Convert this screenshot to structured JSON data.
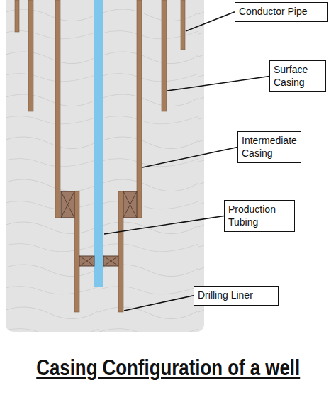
{
  "diagram": {
    "title": "Casing Configuration of a well",
    "nodes": [
      {
        "text": [
          "Conductor Pipe"
        ]
      },
      {
        "text": [
          "Surface Casing"
        ]
      },
      {
        "text": [
          "Intermediate Casing"
        ]
      },
      {
        "text": [
          "Production Tubing"
        ]
      },
      {
        "text": [
          "Drilling Liner"
        ]
      }
    ]
  }
}
